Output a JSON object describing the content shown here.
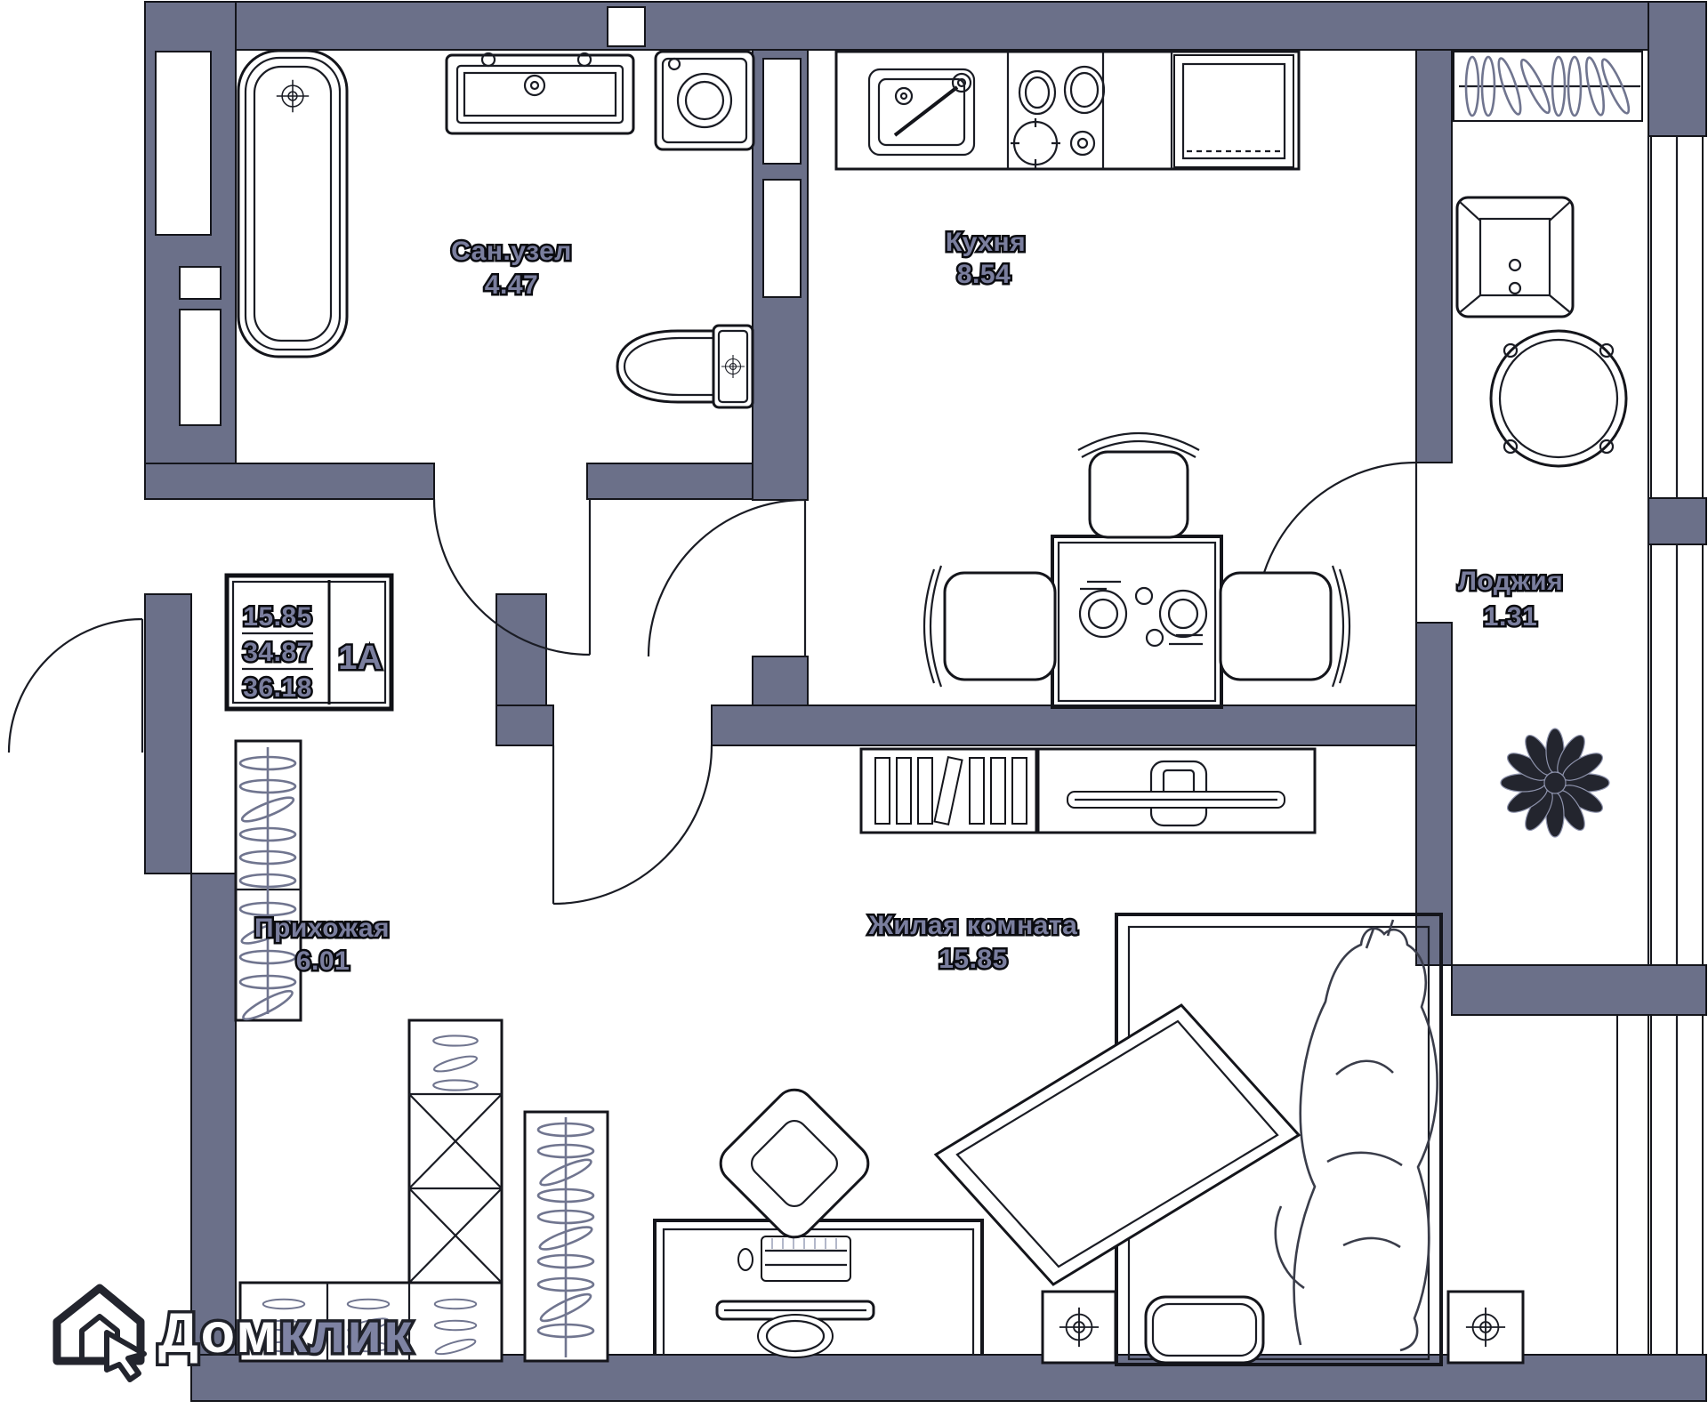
{
  "document": {
    "type": "floor-plan",
    "language": "ru"
  },
  "colors": {
    "wall": "#6B7089",
    "background": "#FFFFFF",
    "line": "#14151B",
    "label_text": "#7A7E9E",
    "label_shadow": "#0A0B10",
    "logo_primary_text": "#FDFDFD",
    "logo_secondary_text": "#7E83A3"
  },
  "rooms": [
    {
      "name": "Сан.узел",
      "area": "4.47"
    },
    {
      "name": "Кухня",
      "area": "8.54"
    },
    {
      "name": "Лоджия",
      "area": "1.31"
    },
    {
      "name": "Прихожая",
      "area": "6.01"
    },
    {
      "name": "Жилая комната",
      "area": "15.85"
    }
  ],
  "info_box": {
    "values": [
      "15.85",
      "34.87",
      "36.18"
    ],
    "unit": "1А"
  },
  "logo": {
    "text_primary": "Дом",
    "text_secondary": "клик"
  },
  "furniture_icons": [
    "bathtub",
    "washbasin",
    "washing-machine",
    "toilet",
    "kitchen-sink",
    "stove",
    "refrigerator",
    "dining-table",
    "chair",
    "hanger-rail",
    "armchair",
    "round-table",
    "bookshelf",
    "tv-unit",
    "plant",
    "wardrobe",
    "shoe-rack",
    "desk",
    "office-chair",
    "monitor",
    "keyboard",
    "mouse",
    "bed",
    "pillow",
    "blanket",
    "pet-line-art",
    "nightstand"
  ]
}
